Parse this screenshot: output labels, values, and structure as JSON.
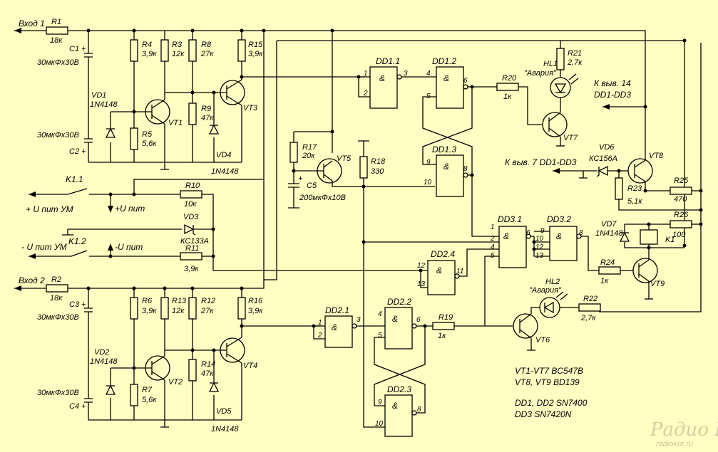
{
  "inputs": {
    "in1": "Вход 1",
    "in2": "Вход 2"
  },
  "resistors": {
    "r1": {
      "ref": "R1",
      "val": "18к"
    },
    "r2": {
      "ref": "R2",
      "val": "18к"
    },
    "r3": {
      "ref": "R3",
      "val": "12к"
    },
    "r4": {
      "ref": "R4",
      "val": "3,9к"
    },
    "r5": {
      "ref": "R5",
      "val": "5,6к"
    },
    "r6": {
      "ref": "R6",
      "val": "3,9к"
    },
    "r7": {
      "ref": "R7",
      "val": "5,6к"
    },
    "r8": {
      "ref": "R8",
      "val": "27к"
    },
    "r9": {
      "ref": "R9",
      "val": "47к"
    },
    "r10": {
      "ref": "R10",
      "val": "10к"
    },
    "r11": {
      "ref": "R11",
      "val": "3,9к"
    },
    "r12": {
      "ref": "R12",
      "val": "27к"
    },
    "r13": {
      "ref": "R13",
      "val": "12к"
    },
    "r14": {
      "ref": "R14",
      "val": "47к"
    },
    "r15": {
      "ref": "R15",
      "val": "3,9к"
    },
    "r16": {
      "ref": "R16",
      "val": "3,9к"
    },
    "r17": {
      "ref": "R17",
      "val": "20к"
    },
    "r18": {
      "ref": "R18",
      "val": "330"
    },
    "r19": {
      "ref": "R19",
      "val": "1к"
    },
    "r20": {
      "ref": "R20",
      "val": "1к"
    },
    "r21": {
      "ref": "R21",
      "val": "2,7к"
    },
    "r22": {
      "ref": "R22",
      "val": "2,7к"
    },
    "r23": {
      "ref": "R23",
      "val": "5,1к"
    },
    "r24": {
      "ref": "R24",
      "val": "1к"
    },
    "r25": {
      "ref": "R25",
      "val": "470"
    },
    "r26": {
      "ref": "R26",
      "val": "100"
    }
  },
  "capacitors": {
    "c1": {
      "ref": "C1",
      "val": "30мкФх30В"
    },
    "c2": {
      "ref": "C2",
      "val": "30мкФх30В"
    },
    "c3": {
      "ref": "C3",
      "val": "30мкФх30В"
    },
    "c4": {
      "ref": "C4",
      "val": "30мкФх30В"
    },
    "c5": {
      "ref": "C5",
      "val": "200мкФх10В"
    }
  },
  "diodes": {
    "vd1": {
      "ref": "VD1",
      "val": "1N4148"
    },
    "vd2": {
      "ref": "VD2",
      "val": "1N4148"
    },
    "vd3": {
      "ref": "VD3",
      "val": "КС133А"
    },
    "vd4": {
      "ref": "VD4",
      "val": "1N4148"
    },
    "vd5": {
      "ref": "VD5",
      "val": "1N4148"
    },
    "vd6": {
      "ref": "VD6",
      "val": "КС156А"
    },
    "vd7": {
      "ref": "VD7",
      "val": "1N4148"
    }
  },
  "transistors": {
    "vt1": "VT1",
    "vt2": "VT2",
    "vt3": "VT3",
    "vt4": "VT4",
    "vt5": "VT5",
    "vt6": "VT6",
    "vt7": "VT7",
    "vt8": "VT8",
    "vt9": "VT9"
  },
  "leds": {
    "hl1": {
      "ref": "HL1",
      "note": "\"Авария\""
    },
    "hl2": {
      "ref": "HL2",
      "note": "\"Авария\""
    }
  },
  "gates": {
    "dd11": "DD1.1",
    "dd12": "DD1.2",
    "dd13": "DD1.3",
    "dd21": "DD2.1",
    "dd22": "DD2.2",
    "dd23": "DD2.3",
    "dd24": "DD2.4",
    "dd31": "DD3.1",
    "dd32": "DD3.2",
    "amp": "&"
  },
  "switches": {
    "k11": "K1.1",
    "k12": "K1.2",
    "k1": "K1"
  },
  "supply": {
    "plus_um": "+ U пит УМ",
    "plus_u": "+U пит",
    "minus_um": "- U пит УМ",
    "minus_u": "-U пит"
  },
  "notes": {
    "pin14_a": "К выв. 14",
    "pin14_b": "DD1-DD3",
    "pin7": "К выв. 7 DD1-DD3",
    "parts1": "VT1-VT7 BC547B",
    "parts2": "VT8, VT9 BD139",
    "parts3": "DD1, DD2 SN7400",
    "parts4": "DD3 SN7420N"
  },
  "watermark": {
    "logo": "Радио КОТ",
    "url": "radiokot.ru"
  },
  "pins": {
    "p1": "1",
    "p2": "2",
    "p3": "3",
    "p4": "4",
    "p5": "5",
    "p6": "6",
    "p8": "8",
    "p9": "9",
    "p10": "10",
    "p12": "12",
    "p13": "13",
    "p11": "11"
  },
  "colors": {
    "background": "#FFFFC3",
    "ink": "#000000",
    "watermark": "#d8cfa0"
  }
}
